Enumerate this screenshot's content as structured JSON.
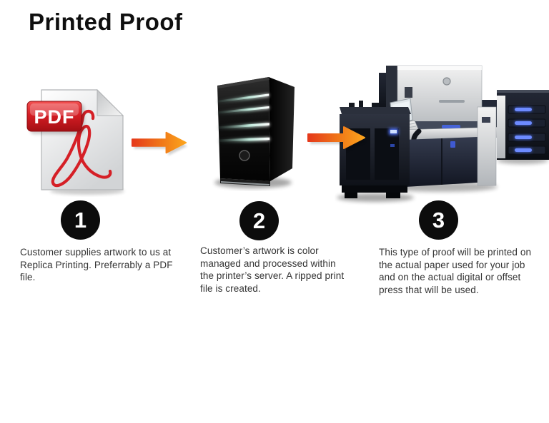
{
  "title": "Printed Proof",
  "steps": [
    {
      "number": "1",
      "image": "pdf-file-icon",
      "caption": "Customer supplies artwork to us at Replica Printing. Preferrably a PDF file."
    },
    {
      "number": "2",
      "image": "server-tower",
      "caption": "Customer’s artwork is color managed and processed within the printer’s server. A ripped print file is created."
    },
    {
      "number": "3",
      "image": "digital-press",
      "caption": "This type of proof will be printed on the actual paper used for your job and on the actual digital or offset press that will be used."
    }
  ],
  "pdf_icon": {
    "badge_label": "PDF"
  },
  "colors": {
    "background": "#ffffff",
    "title_text": "#0f0f0f",
    "caption_text": "#333333",
    "step_circle": "#0c0c0c",
    "step_number": "#ffffff",
    "arrow_start": "#e5391b",
    "arrow_end": "#fca51d",
    "pdf_badge_red": "#d51d24",
    "acrobat_swoosh_red": "#d51f26",
    "press_navy": "#1c2230",
    "press_blue_light": "#4a6cf5",
    "server_black": "#0a0a0a"
  }
}
